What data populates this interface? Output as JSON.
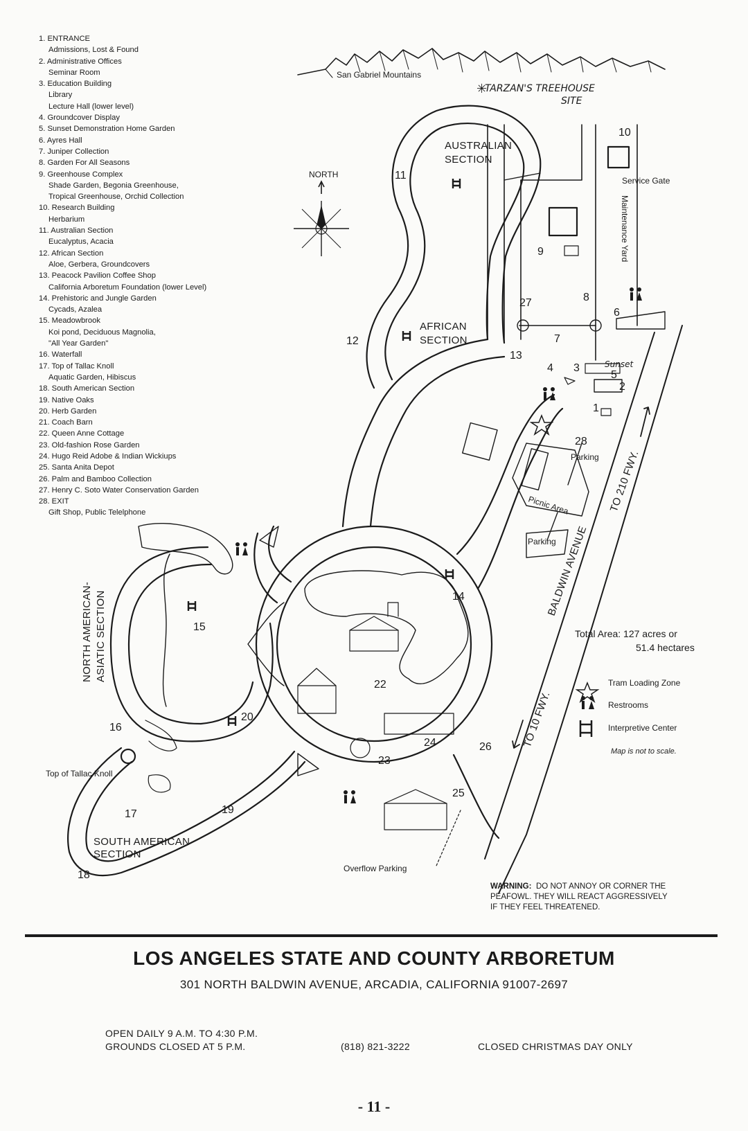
{
  "legend": {
    "items": [
      {
        "n": "1.",
        "label": "ENTRANCE",
        "subs": [
          "Admissions, Lost & Found"
        ]
      },
      {
        "n": "2.",
        "label": "Administrative Offices",
        "subs": [
          "Seminar Room"
        ]
      },
      {
        "n": "3.",
        "label": "Education Building",
        "subs": [
          "Library",
          "Lecture Hall (lower level)"
        ]
      },
      {
        "n": "4.",
        "label": "Groundcover Display",
        "subs": []
      },
      {
        "n": "5.",
        "label": "Sunset Demonstration Home Garden",
        "subs": []
      },
      {
        "n": "6.",
        "label": "Ayres Hall",
        "subs": []
      },
      {
        "n": "7.",
        "label": "Juniper Collection",
        "subs": []
      },
      {
        "n": "8.",
        "label": "Garden For All Seasons",
        "subs": []
      },
      {
        "n": "9.",
        "label": "Greenhouse Complex",
        "subs": [
          "Shade Garden, Begonia Greenhouse,",
          "Tropical Greenhouse, Orchid Collection"
        ]
      },
      {
        "n": "10.",
        "label": "Research Building",
        "subs": [
          "Herbarium"
        ]
      },
      {
        "n": "11.",
        "label": "Australian Section",
        "subs": [
          "Eucalyptus, Acacia"
        ]
      },
      {
        "n": "12.",
        "label": "African Section",
        "subs": [
          "Aloe, Gerbera, Groundcovers"
        ]
      },
      {
        "n": "13.",
        "label": "Peacock Pavilion Coffee Shop",
        "subs": [
          "California Arboretum Foundation (lower Level)"
        ]
      },
      {
        "n": "14.",
        "label": "Prehistoric and Jungle Garden",
        "subs": [
          "Cycads, Azalea"
        ]
      },
      {
        "n": "15.",
        "label": "Meadowbrook",
        "subs": [
          "Koi pond, Deciduous Magnolia,",
          "\"All Year Garden\""
        ]
      },
      {
        "n": "16.",
        "label": "Waterfall",
        "subs": []
      },
      {
        "n": "17.",
        "label": "Top of Tallac Knoll",
        "subs": [
          "Aquatic Garden, Hibiscus"
        ]
      },
      {
        "n": "18.",
        "label": "South American Section",
        "subs": []
      },
      {
        "n": "19.",
        "label": "Native Oaks",
        "subs": []
      },
      {
        "n": "20.",
        "label": "Herb Garden",
        "subs": []
      },
      {
        "n": "21.",
        "label": "Coach Barn",
        "subs": []
      },
      {
        "n": "22.",
        "label": "Queen Anne Cottage",
        "subs": []
      },
      {
        "n": "23.",
        "label": "Old-fashion Rose Garden",
        "subs": []
      },
      {
        "n": "24.",
        "label": "Hugo Reid Adobe & Indian Wickiups",
        "subs": []
      },
      {
        "n": "25.",
        "label": "Santa Anita Depot",
        "subs": []
      },
      {
        "n": "26.",
        "label": "Palm and Bamboo Collection",
        "subs": []
      },
      {
        "n": "27.",
        "label": "Henry C. Soto Water Conservation Garden",
        "subs": []
      },
      {
        "n": "28.",
        "label": "EXIT",
        "subs": [
          "Gift Shop, Public Telelphone"
        ]
      }
    ]
  },
  "map": {
    "mountains": "San Gabriel Mountains",
    "tarzan_line1": "TARZAN'S TREEHOUSE",
    "tarzan_line2": "SITE",
    "north": "NORTH",
    "australian": [
      "AUSTRALIAN",
      "SECTION"
    ],
    "african": [
      "AFRICAN",
      "SECTION"
    ],
    "north_american": [
      "NORTH AMERICAN-",
      "ASIATIC SECTION"
    ],
    "south_american": [
      "SOUTH AMERICAN",
      "SECTION"
    ],
    "service_gate": "Service Gate",
    "maintenance_yard": "Maintenance Yard",
    "sunset": "Sunset",
    "parking": "Parking",
    "parking2": "Parking",
    "picnic_area": "Picnic Area",
    "overflow_parking": "Overflow Parking",
    "top_of_tallac": "Top of Tallac Knoll",
    "baldwin": "BALDWIN AVENUE",
    "to_210": "TO 210 FWY.",
    "to_10": "TO 10 FWY.",
    "total_area_1": "Total Area: 127 acres or",
    "total_area_2": "51.4 hectares",
    "key_tram": "Tram Loading Zone",
    "key_restrooms": "Restrooms",
    "key_interpretive": "Interpretive Center",
    "not_to_scale": "Map is not to scale.",
    "warning_bold": "WARNING:",
    "warning_1": "DO NOT ANNOY OR CORNER THE",
    "warning_2": "PEAFOWL. THEY WILL REACT AGGRESSIVELY",
    "warning_3": "IF THEY FEEL THREATENED.",
    "numbers": {
      "n1": "1",
      "n2": "2",
      "n3": "3",
      "n4": "4",
      "n5": "5",
      "n6": "6",
      "n7": "7",
      "n8": "8",
      "n9": "9",
      "n10": "10",
      "n11": "11",
      "n12": "12",
      "n13": "13",
      "n14": "14",
      "n15": "15",
      "n16": "16",
      "n17": "17",
      "n18": "18",
      "n19": "19",
      "n20": "20",
      "n22": "22",
      "n23": "23",
      "n24": "24",
      "n25": "25",
      "n26": "26",
      "n27": "27",
      "n28": "28"
    }
  },
  "footer": {
    "title": "LOS ANGELES STATE AND COUNTY ARBORETUM",
    "address": "301 NORTH BALDWIN AVENUE, ARCADIA, CALIFORNIA 91007-2697",
    "hours_1": "OPEN DAILY 9 A.M. TO 4:30 P.M.",
    "hours_2": "GROUNDS CLOSED AT 5 P.M.",
    "phone": "(818) 821-3222",
    "closed": "CLOSED CHRISTMAS DAY ONLY",
    "page": "- 11 -"
  }
}
